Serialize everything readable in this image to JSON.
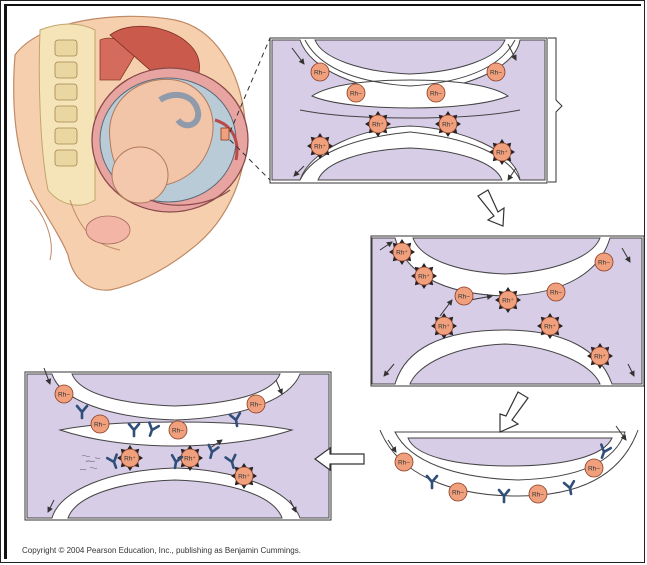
{
  "colors": {
    "tissue": "#d7cde6",
    "tissue_stroke": "#444444",
    "cell_fill": "#f0a07c",
    "cell_stroke": "#8a3b22",
    "antibody": "#2f4f7a",
    "arrow": "#333333"
  },
  "labels": {
    "rh_negative": "Rh−",
    "rh_positive": "Rh⁺"
  },
  "footer": {
    "copyright": "Copyright © 2004 Pearson Education, Inc., publishing as Benjamin Cummings."
  }
}
